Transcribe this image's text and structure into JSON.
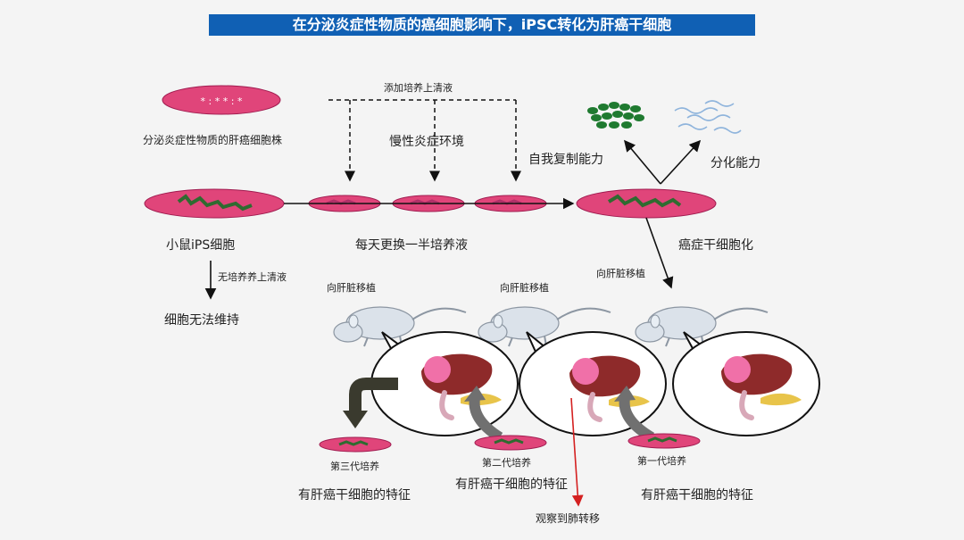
{
  "title": "在分泌炎症性物质的癌细胞影响下，iPSC转化为肝癌干细胞",
  "labels": {
    "top_dish": "分泌炎症性物质的肝癌细胞株",
    "supernatant_add": "添加培养上清液",
    "chronic_env": "慢性炎症环境",
    "self_renew": "自我复制能力",
    "differentiate": "分化能力",
    "mouse_ips": "小鼠iPS细胞",
    "no_supernatant": "无培养养上清液",
    "cannot_maintain": "细胞无法维持",
    "medium_change": "每天更换一半培养液",
    "cancer_stem": "癌症干细胞化",
    "transplant_1": "向肝脏移植",
    "transplant_2": "向肝脏移植",
    "transplant_3": "向肝脏移植",
    "gen3": "第三代培养",
    "gen2": "第二代培养",
    "gen1": "第一代培养",
    "feature_1": "有肝癌干细胞的特征",
    "feature_2": "有肝癌干细胞的特征",
    "feature_3": "有肝癌干细胞的特征",
    "lung_meta": "观察到肺转移"
  },
  "colors": {
    "title_bg": "#1060b4",
    "dish": "#e0457a",
    "cells": "#3a7a3a",
    "liver": "#8e2a2a",
    "tumor": "#f070a8",
    "mouse": "#dbe2ea",
    "lung_arrow": "#d42020"
  }
}
